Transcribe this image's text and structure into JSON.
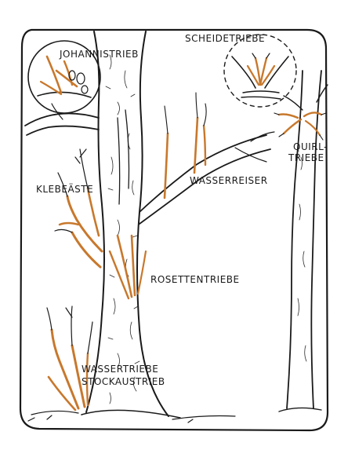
{
  "labels": {
    "johannistrieb": "JOHANNISTRIEB",
    "scheidetriebe": "SCHEIDETRIEBE",
    "quirltriebe_line1": "QUIRL-",
    "quirltriebe_line2": "TRIEBE",
    "klebeaeste": "KLEBEÄSTE",
    "wasserreiser": "WASSERREISER",
    "rosettentriebe": "ROSETTENTRIEBE",
    "wassertriebe_line1": "WASSERTRIEBE",
    "wassertriebe_line2": "STOCKAUSTRIEB"
  },
  "colors": {
    "ink": "#1a1a1a",
    "shoot": "#c8782c",
    "background": "#ffffff"
  }
}
